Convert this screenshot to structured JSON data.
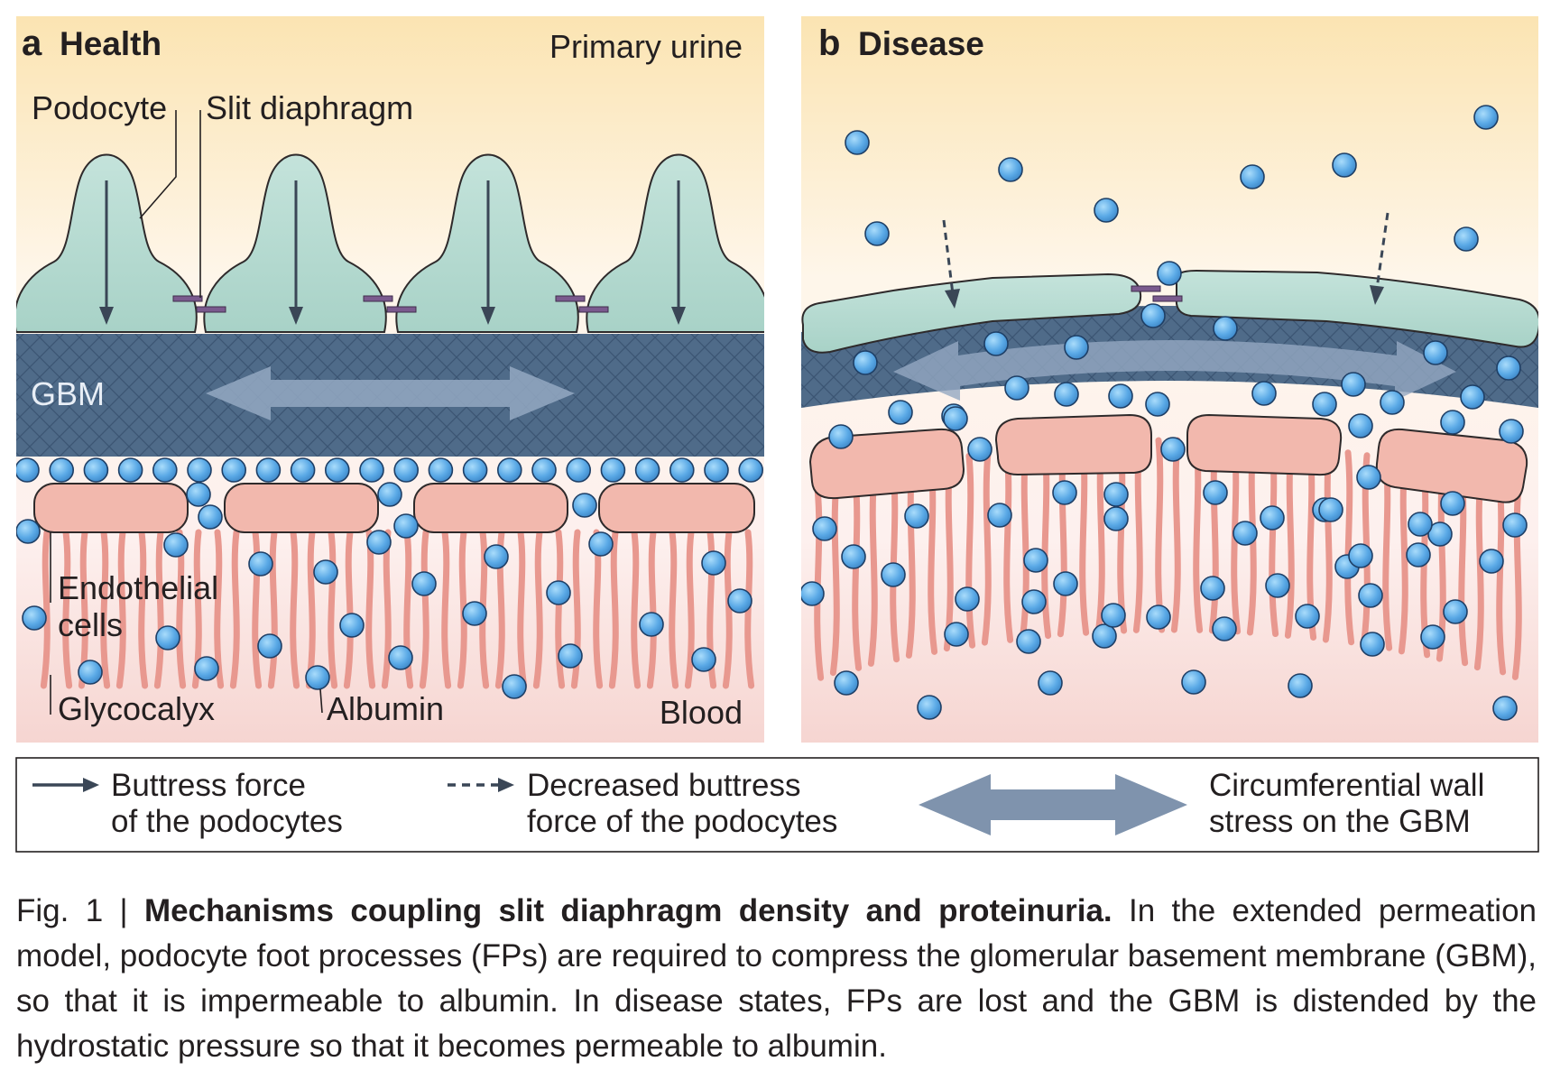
{
  "panels": {
    "health": {
      "letter": "a",
      "title": "Health",
      "labels": {
        "primary_urine": "Primary urine",
        "podocyte": "Podocyte",
        "slit_diaphragm": "Slit diaphragm",
        "gbm": "GBM",
        "endothelial_line1": "Endothelial",
        "endothelial_line2": "cells",
        "glycocalyx": "Glycocalyx",
        "albumin": "Albumin",
        "blood": "Blood"
      }
    },
    "disease": {
      "letter": "b",
      "title": "Disease"
    }
  },
  "legend": {
    "buttress_line1": "Buttress force",
    "buttress_line2": "of the podocytes",
    "decreased_line1": "Decreased buttress",
    "decreased_line2": "force of the podocytes",
    "stress_line1": "Circumferential wall",
    "stress_line2": "stress on the GBM"
  },
  "caption": {
    "fig_num": "Fig. 1 | ",
    "title": "Mechanisms coupling slit diaphragm density and proteinuria.",
    "body": " In the extended permeation model, podocyte foot processes (FPs) are required to compress the glomerular basement membrane (GBM), so that it is impermeable to albumin. In disease states, FPs are lost and the GBM is distended by the hydrostatic pressure so that it becomes permeable to albumin."
  },
  "colors": {
    "urine_top": "#fbe6b8",
    "blood_bottom": "#f6d6d3",
    "podocyte": "#b9dcd3",
    "gbm": "#4e6a88",
    "endothelial": "#f2b9ae",
    "glycocalyx": "#e48f86",
    "albumin": "#5aa9e6",
    "slit_diaphragm": "#7a5a8e",
    "stress_arrow": "#8fa3bd"
  }
}
